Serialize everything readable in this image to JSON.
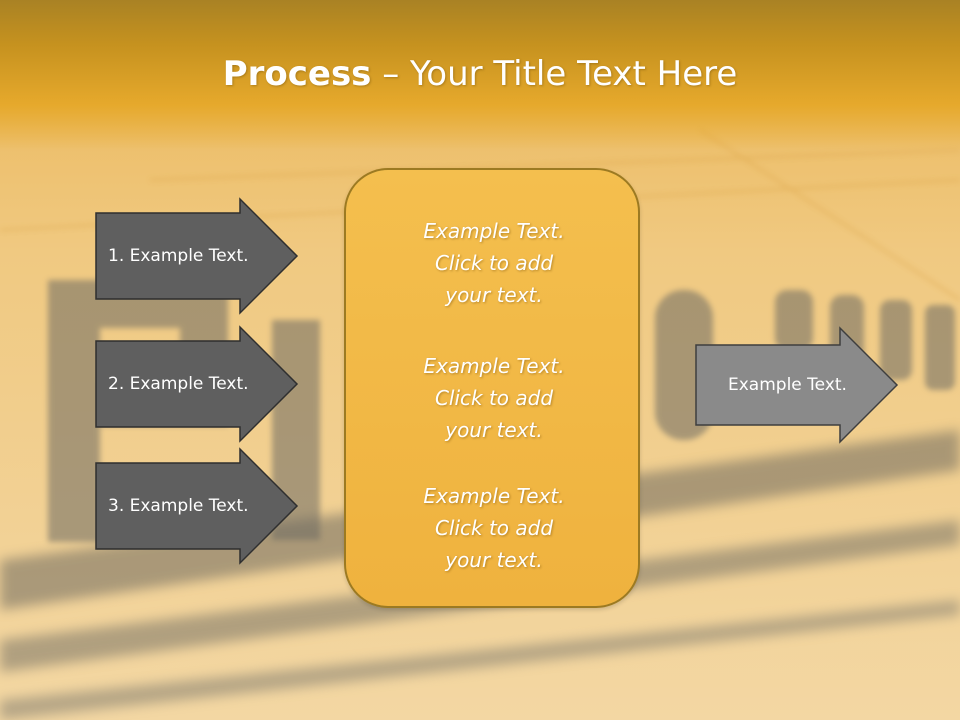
{
  "slide": {
    "title_bold": "Process",
    "title_rest": " – Your Title Text Here",
    "colors": {
      "title_band": "#c6921f",
      "left_arrow_fill": "#5f5f5f",
      "right_arrow_fill": "#8a8a8a",
      "center_box_fill": "#f2b845",
      "center_box_border": "#9c7a22",
      "text": "#ffffff"
    },
    "left_arrows": [
      {
        "label": "1. Example Text."
      },
      {
        "label": "2. Example Text."
      },
      {
        "label": "3. Example Text."
      }
    ],
    "center_box": {
      "paragraphs": [
        {
          "lines": [
            "Example Text.",
            "Click  to add",
            "your text."
          ]
        },
        {
          "lines": [
            "Example Text.",
            "Click  to add",
            "your text."
          ]
        },
        {
          "lines": [
            "Example Text.",
            "Click  to add",
            "your text."
          ]
        }
      ]
    },
    "right_arrow": {
      "label": "Example Text."
    }
  }
}
